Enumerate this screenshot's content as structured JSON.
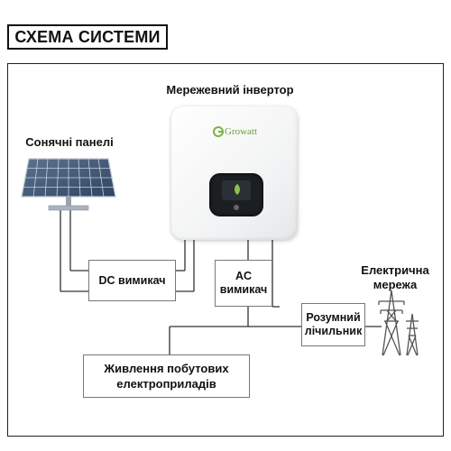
{
  "title": "СХЕМА СИСТЕМИ",
  "labels": {
    "inverter": "Мережевний інвертор",
    "solar": "Сонячні панелі",
    "grid_line1": "Електрична",
    "grid_line2": "мережа"
  },
  "boxes": {
    "dc_switch": "DC вимикач",
    "ac_switch_line1": "AC",
    "ac_switch_line2": "вимикач",
    "meter_line1": "Розумний",
    "meter_line2": "лічильник",
    "appliances_line1": "Живлення побутових",
    "appliances_line2": "електроприладів"
  },
  "brand": "Growatt",
  "colors": {
    "line": "#333333",
    "brand_green": "#7cb342",
    "panel_blue": "#3d5470"
  }
}
